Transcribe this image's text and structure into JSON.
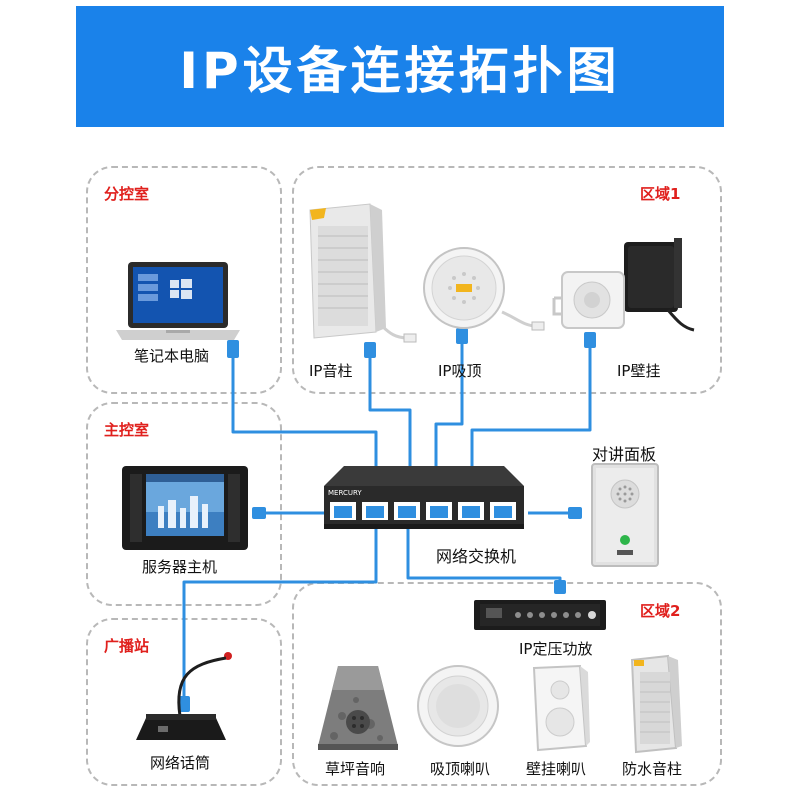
{
  "title": "IP设备连接拓扑图",
  "colors": {
    "header": "#1a82ea",
    "cable": "#2f8fe0",
    "zone_label": "#e0201d"
  },
  "zones": {
    "branch": "分控室",
    "area1": "区域1",
    "main": "主控室",
    "broadcast": "广播站",
    "area2": "区域2"
  },
  "devices": {
    "laptop": "笔记本电脑",
    "ip_column": "IP音柱",
    "ip_ceiling": "IP吸顶",
    "ip_wall": "IP壁挂",
    "intercom": "对讲面板",
    "server": "服务器主机",
    "switch": "网络交换机",
    "amplifier": "IP定压功放",
    "microphone": "网络话筒",
    "lawn_speaker": "草坪音响",
    "ceiling_speaker": "吸顶喇叭",
    "wall_speaker": "壁挂喇叭",
    "waterproof_column": "防水音柱"
  },
  "switch_brand": "MERCURY"
}
